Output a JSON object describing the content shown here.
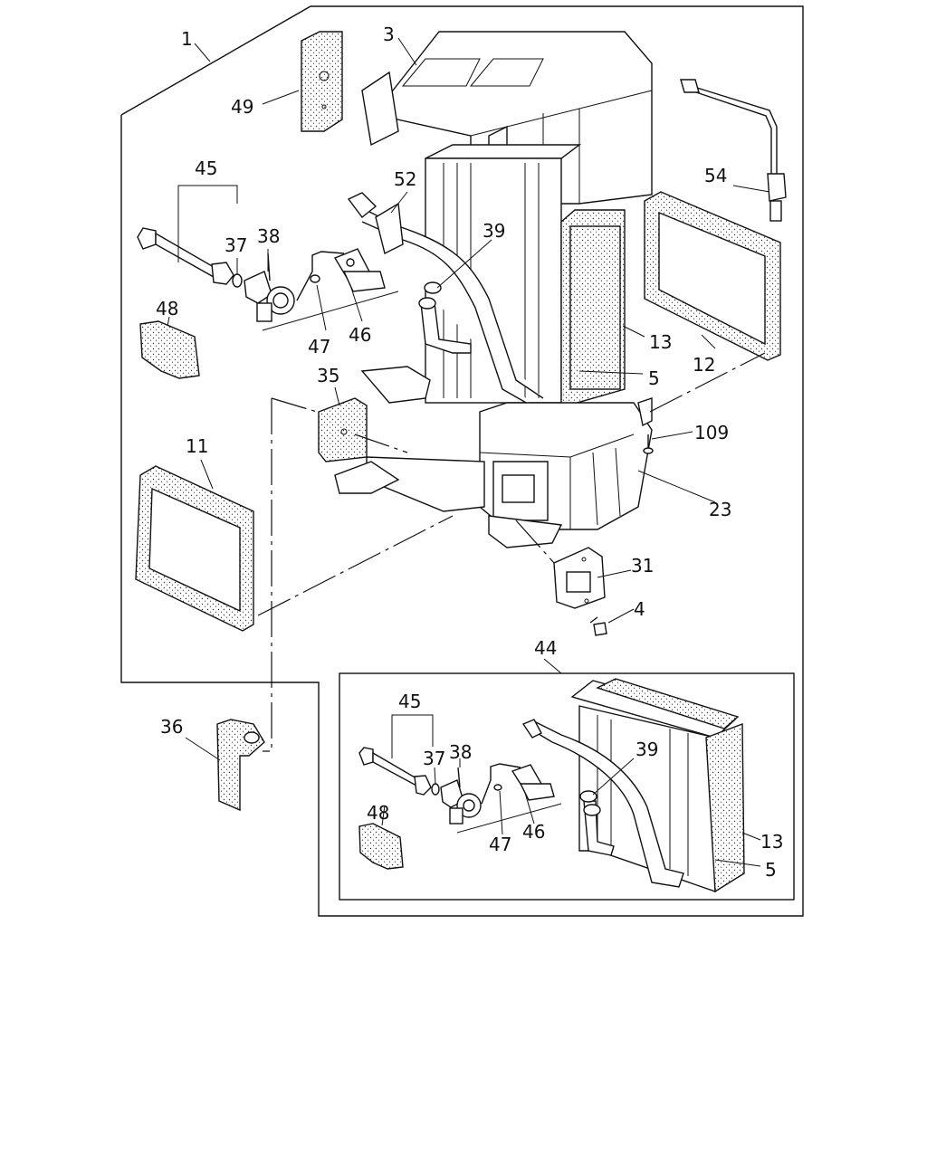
{
  "callouts": {
    "c1": "1",
    "c3": "3",
    "c4": "4",
    "c5": "5",
    "c5b": "5",
    "c11": "11",
    "c12": "12",
    "c13": "13",
    "c13b": "13",
    "c23": "23",
    "c31": "31",
    "c35": "35",
    "c36": "36",
    "c37": "37",
    "c37b": "37",
    "c38": "38",
    "c38b": "38",
    "c39": "39",
    "c39b": "39",
    "c44": "44",
    "c45": "45",
    "c45b": "45",
    "c46": "46",
    "c46b": "46",
    "c47": "47",
    "c47b": "47",
    "c48": "48",
    "c48b": "48",
    "c49": "49",
    "c52": "52",
    "c54": "54",
    "c109": "109"
  }
}
